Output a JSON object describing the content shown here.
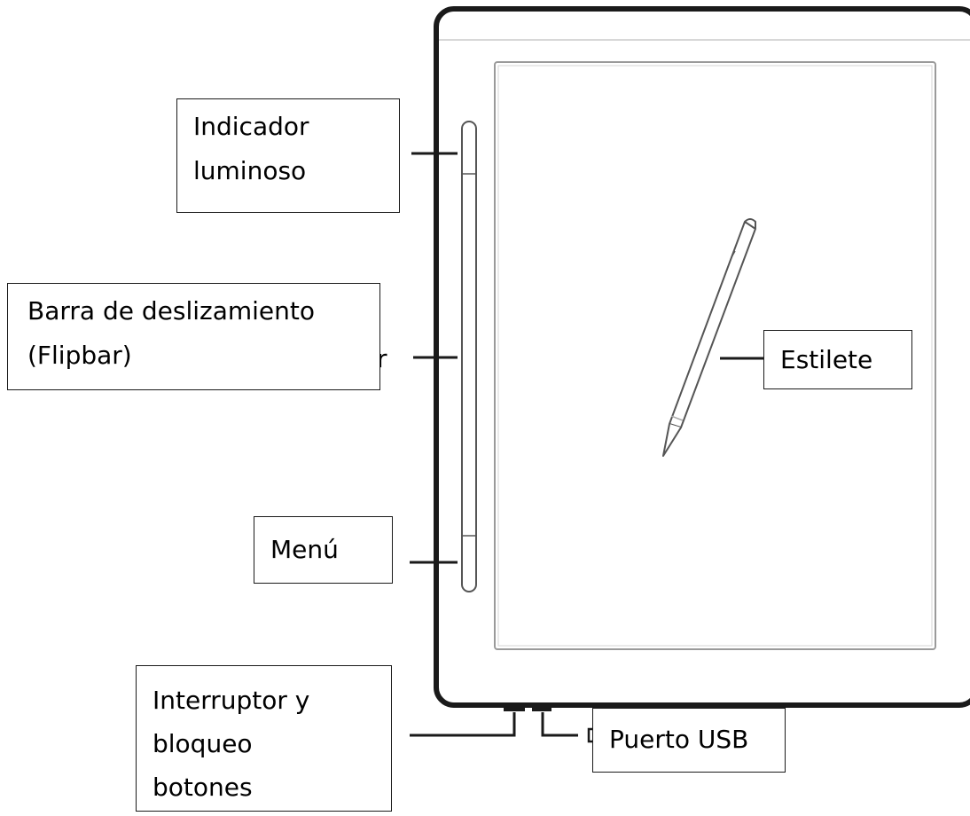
{
  "labels": {
    "indicator": "Indicador\nluminoso",
    "flipbar": "Barra de deslizamiento\n(Flipbar)",
    "menu": "Menú",
    "stylus": "Estilete",
    "power": "Interruptor y\nbloqueo\nbotones",
    "usb": "Puerto USB"
  },
  "hidden_fragment": "r",
  "colors": {
    "outline": "#1a1a1a",
    "screen_outline": "#999999",
    "background": "#ffffff"
  }
}
